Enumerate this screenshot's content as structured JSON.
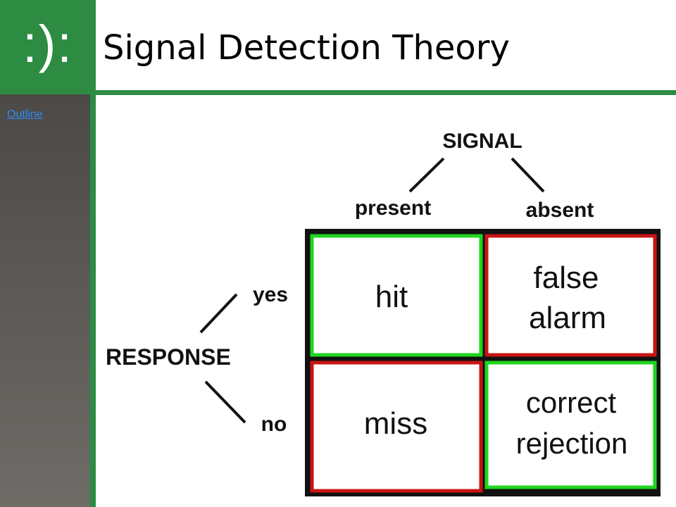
{
  "logo": {
    "text": ":):"
  },
  "title": "Signal Detection Theory",
  "sidebar": {
    "outline_link": "Outline"
  },
  "diagram": {
    "signal_label": "SIGNAL",
    "response_label": "RESPONSE",
    "columns": [
      "present",
      "absent"
    ],
    "rows": [
      "yes",
      "no"
    ],
    "cells": [
      {
        "lines": [
          "hit"
        ],
        "border": "green"
      },
      {
        "lines": [
          "false",
          "alarm"
        ],
        "border": "red"
      },
      {
        "lines": [
          "miss"
        ],
        "border": "red"
      },
      {
        "lines": [
          "correct",
          "rejection"
        ],
        "border": "green"
      }
    ],
    "colors": {
      "green": "#1fd61f",
      "red": "#c81414"
    }
  }
}
